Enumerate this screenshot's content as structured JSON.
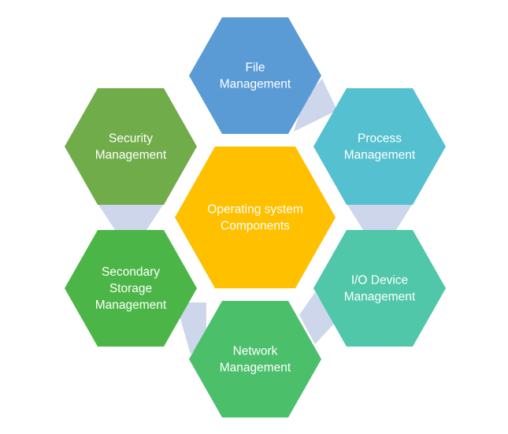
{
  "center": {
    "lines": [
      "Operating system",
      "Components"
    ],
    "color": "#FFC000"
  },
  "nodes": [
    {
      "id": "file-management",
      "lines": [
        "File",
        "Management"
      ],
      "color": "#5B9BD5"
    },
    {
      "id": "process-management",
      "lines": [
        "Process",
        "Management"
      ],
      "color": "#55C0CF"
    },
    {
      "id": "io-device-management",
      "lines": [
        "I/O Device",
        "Management"
      ],
      "color": "#4FC7A8"
    },
    {
      "id": "network-management",
      "lines": [
        "Network",
        "Management"
      ],
      "color": "#4CBF6B"
    },
    {
      "id": "secondary-storage-management",
      "lines": [
        "Secondary",
        "Storage",
        "Management"
      ],
      "color": "#4BB647"
    },
    {
      "id": "security-management",
      "lines": [
        "Security",
        "Management"
      ],
      "color": "#71AC4B"
    }
  ],
  "connector_color": "#CDD6EA",
  "label_color": "#FFFFFF"
}
